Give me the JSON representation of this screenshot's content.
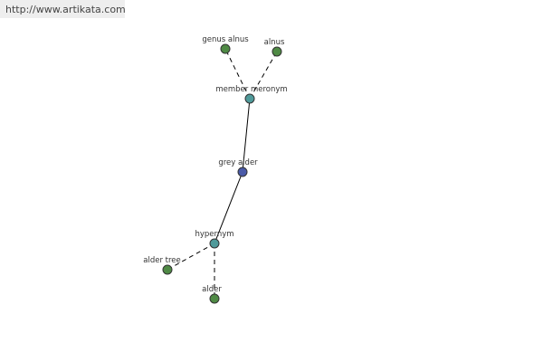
{
  "watermark": {
    "url_text": "http://www.artikata.com"
  },
  "colors": {
    "center_node": "#4a5aa8",
    "relation_node": "#4f9a9a",
    "leaf_node": "#4f8a45"
  },
  "diagram": {
    "nodes": [
      {
        "id": "grey-alder",
        "label": "grey alder",
        "kind": "center"
      },
      {
        "id": "member-meronym",
        "label": "member meronym",
        "kind": "relation"
      },
      {
        "id": "hypernym",
        "label": "hypernym",
        "kind": "relation"
      },
      {
        "id": "genus-alnus",
        "label": "genus alnus",
        "kind": "leaf"
      },
      {
        "id": "alnus",
        "label": "alnus",
        "kind": "leaf"
      },
      {
        "id": "alder-tree",
        "label": "alder tree",
        "kind": "leaf"
      },
      {
        "id": "alder",
        "label": "alder",
        "kind": "leaf"
      }
    ],
    "edges": [
      {
        "from": "grey-alder",
        "to": "member-meronym",
        "style": "solid"
      },
      {
        "from": "grey-alder",
        "to": "hypernym",
        "style": "solid"
      },
      {
        "from": "member-meronym",
        "to": "genus-alnus",
        "style": "dashed"
      },
      {
        "from": "member-meronym",
        "to": "alnus",
        "style": "dashed"
      },
      {
        "from": "hypernym",
        "to": "alder-tree",
        "style": "dashed"
      },
      {
        "from": "hypernym",
        "to": "alder",
        "style": "dashed"
      }
    ]
  }
}
